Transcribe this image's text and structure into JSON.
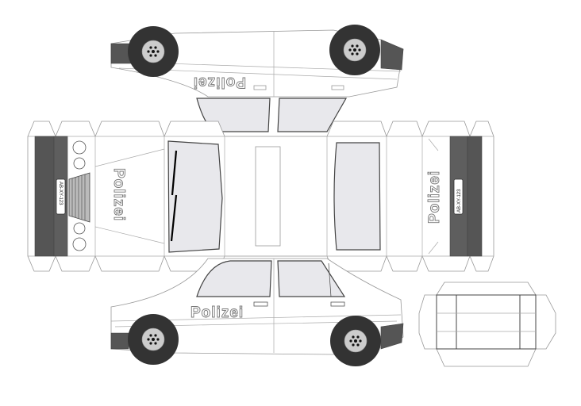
{
  "livery_text": {
    "top_side": "Polizei",
    "hood": "Polizei",
    "trunk": "Polizei",
    "bottom_side": "Polizei"
  },
  "plates": {
    "front": "AB-XY-123",
    "rear": "AB-XY-123"
  },
  "colors": {
    "body": "#ffffff",
    "glass": "#e8e8ec",
    "bumper": "#555555",
    "tire": "#333333",
    "rim": "#cccccc"
  }
}
